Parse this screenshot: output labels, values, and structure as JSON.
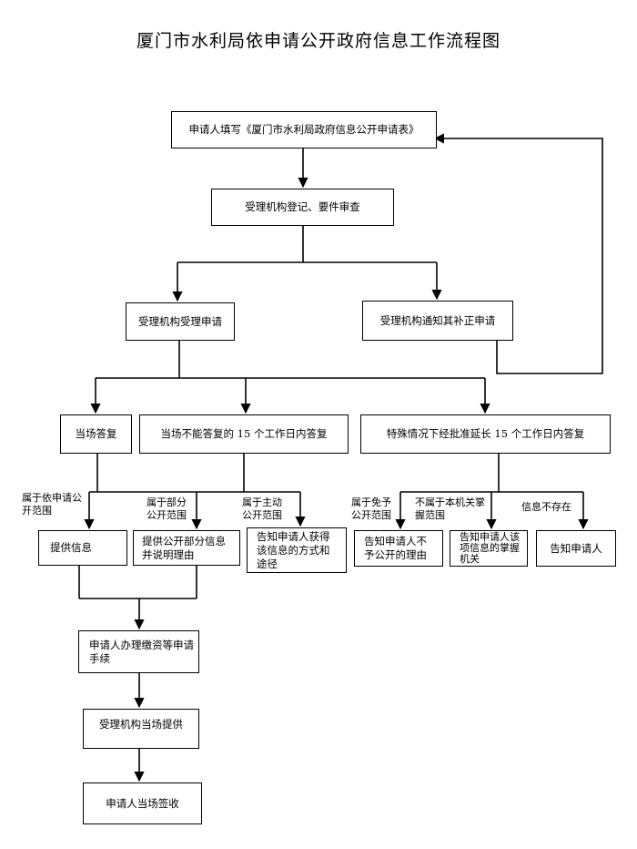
{
  "title": "厦门市水利局依申请公开政府信息工作流程图",
  "nodes": {
    "fill_form": "申请人填写《厦门市水利局政府信息公开申请表》",
    "register": "受理机构登记、要件审查",
    "accept": "受理机构受理申请",
    "notify_supplement": "受理机构通知其补正申请",
    "onsite_reply": "当场答复",
    "reply_15days": "当场不能答复的 15 个工作日内答复",
    "extend_reply": "特殊情况下经批准延长 15 个工作日内答复",
    "provide_info": "提供信息",
    "provide_partial": "提供公开部分信息并说明理由",
    "tell_method": "告知申请人获得该信息的方式和途径",
    "tell_exempt_reason": "告知申请人不予公开的理由",
    "tell_agency": "告知申请人该项信息的掌握机关",
    "tell_applicant": "告知申请人",
    "pay_fees": "申请人办理缴资等申请手续",
    "agency_provide": "受理机构当场提供",
    "applicant_sign": "申请人当场签收"
  },
  "branch_labels": {
    "in_scope": "属于依申请公开范围",
    "partial_scope": "属于部分公开范围",
    "proactive_scope": "属于主动公开范围",
    "exempt_scope": "属于免予公开范围",
    "not_agency": "不属于本机关掌握范围",
    "not_exist": "信息不存在"
  }
}
